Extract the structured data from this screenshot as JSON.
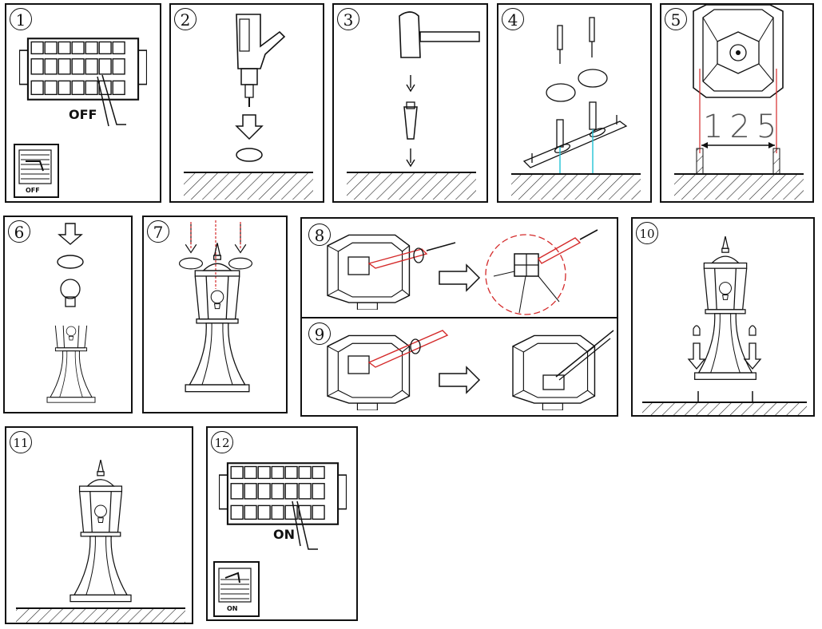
{
  "steps": [
    {
      "num": "1",
      "label": "OFF",
      "inset_label": "OFF"
    },
    {
      "num": "2"
    },
    {
      "num": "3"
    },
    {
      "num": "4"
    },
    {
      "num": "5",
      "dimension": "125"
    },
    {
      "num": "6"
    },
    {
      "num": "7"
    },
    {
      "num": "8"
    },
    {
      "num": "9"
    },
    {
      "num": "10"
    },
    {
      "num": "11"
    },
    {
      "num": "12",
      "label": "ON",
      "inset_label": "ON"
    }
  ],
  "colors": {
    "line": "#111111",
    "accent_red": "#d42a2a",
    "accent_cyan": "#22c3d6",
    "hatch": "#222222"
  }
}
